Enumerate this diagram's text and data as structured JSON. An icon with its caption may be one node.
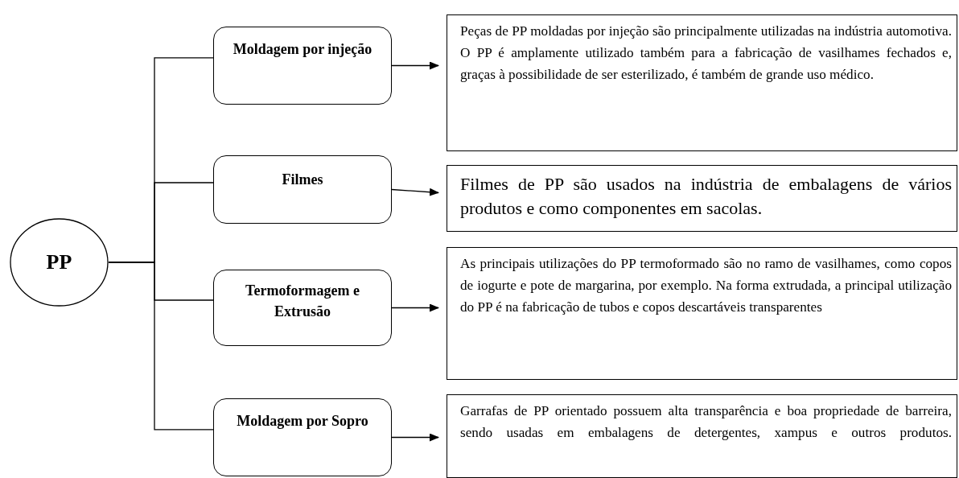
{
  "diagram": {
    "nodes": [
      {
        "text": [
          "PP"
        ]
      },
      {
        "text": [
          "Moldagem por injeção"
        ]
      },
      {
        "text": [
          "Peças de PP moldadas por injeção são principalmente utilizadas na indústria automotiva. O PP é amplamente utilizado também para a fabricação de vasilhames fechados e, graças à possibilidade de ser esterilizado, é também de grande uso médico."
        ]
      },
      {
        "text": [
          "Filmes"
        ]
      },
      {
        "text": [
          "Filmes de PP são usados na indústria de embalagens de vários produtos e como componentes em sacolas."
        ]
      },
      {
        "text": [
          "Termoformagem e Extrusão"
        ]
      },
      {
        "text": [
          "As principais utilizações do PP termoformado são no ramo de vasilhames, como copos de iogurte e pote de margarina, por exemplo. Na forma extrudada, a principal utilização do PP é na fabricação de tubos e copos descartáveis transparentes"
        ]
      },
      {
        "text": [
          "Moldagem por Sopro"
        ]
      },
      {
        "text": [
          "Garrafas de PP orientado possuem alta transparência e boa propriedade de barreira, sendo usadas em embalagens de detergentes, xampus e outros produtos."
        ]
      }
    ],
    "edges": [
      {
        "from": 0,
        "to": 1,
        "arrow": "none"
      },
      {
        "from": 0,
        "to": 3,
        "arrow": "none"
      },
      {
        "from": 0,
        "to": 5,
        "arrow": "none"
      },
      {
        "from": 0,
        "to": 7,
        "arrow": "none"
      },
      {
        "from": 1,
        "to": 2,
        "arrow": "to"
      },
      {
        "from": 3,
        "to": 4,
        "arrow": "to"
      },
      {
        "from": 5,
        "to": 6,
        "arrow": "to"
      },
      {
        "from": 7,
        "to": 8,
        "arrow": "to"
      }
    ]
  }
}
